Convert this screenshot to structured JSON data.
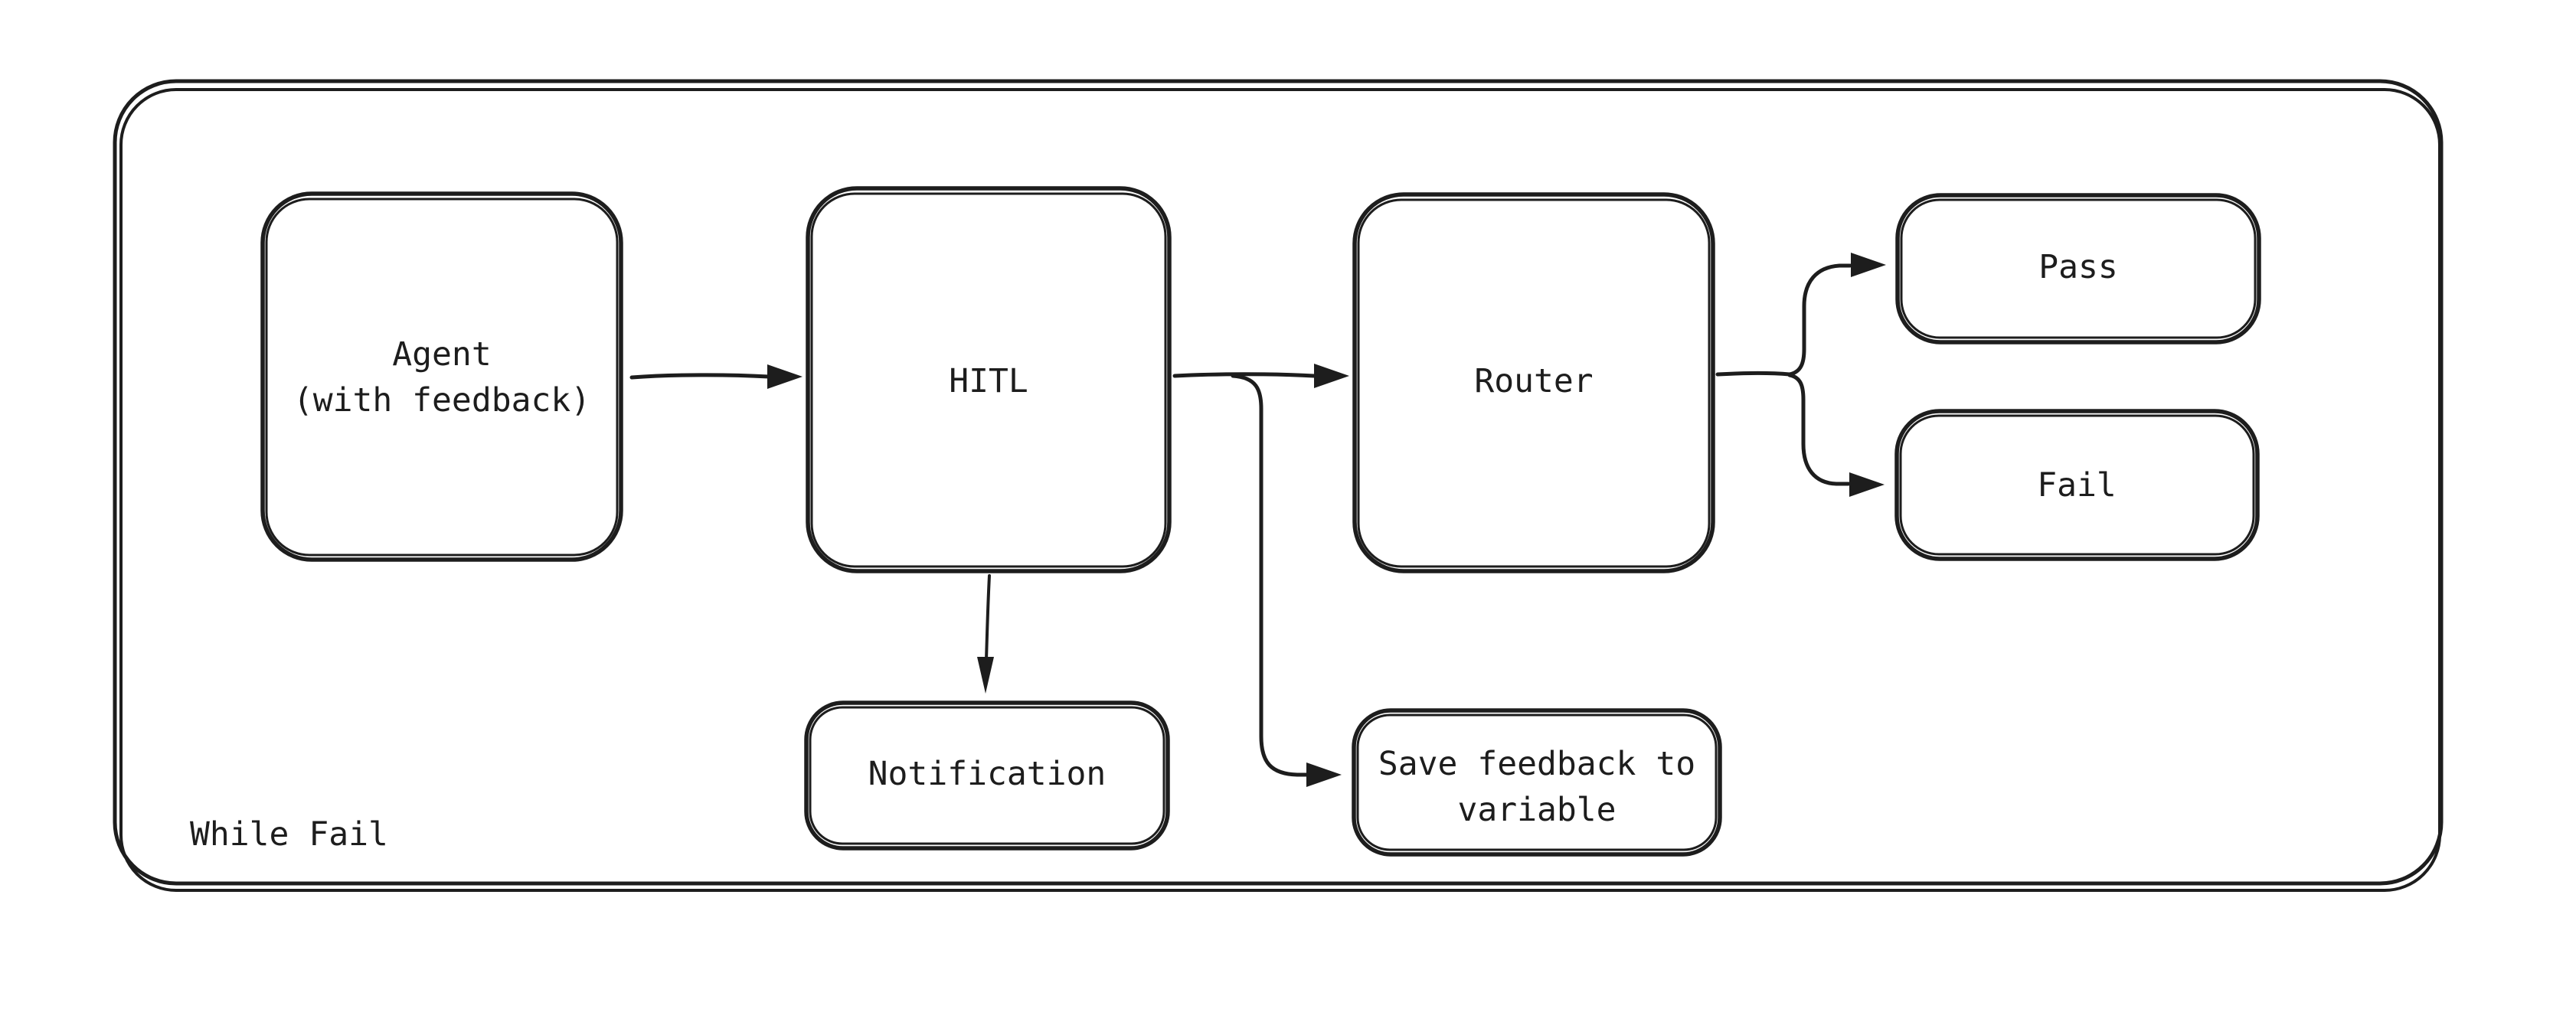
{
  "diagram": {
    "type": "flowchart",
    "style": "hand-drawn",
    "background_color": "#ffffff",
    "ink_color": "#1d1d1d",
    "container": {
      "label": "While Fail"
    },
    "nodes": {
      "agent": {
        "label": "Agent (with feedback)",
        "line1": "Agent",
        "line2": "(with feedback)"
      },
      "hitl": {
        "label": "HITL"
      },
      "router": {
        "label": "Router"
      },
      "pass": {
        "label": "Pass"
      },
      "fail": {
        "label": "Fail"
      },
      "notification": {
        "label": "Notification"
      },
      "save_feedback": {
        "label": "Save feedback to variable",
        "line1": "Save feedback to",
        "line2": "variable"
      }
    },
    "edges": [
      {
        "from": "Agent (with feedback)",
        "to": "HITL"
      },
      {
        "from": "HITL",
        "to": "Router"
      },
      {
        "from": "HITL",
        "to": "Notification"
      },
      {
        "from": "HITL",
        "to": "Save feedback to variable"
      },
      {
        "from": "Router",
        "to": "Pass"
      },
      {
        "from": "Router",
        "to": "Fail"
      }
    ]
  }
}
